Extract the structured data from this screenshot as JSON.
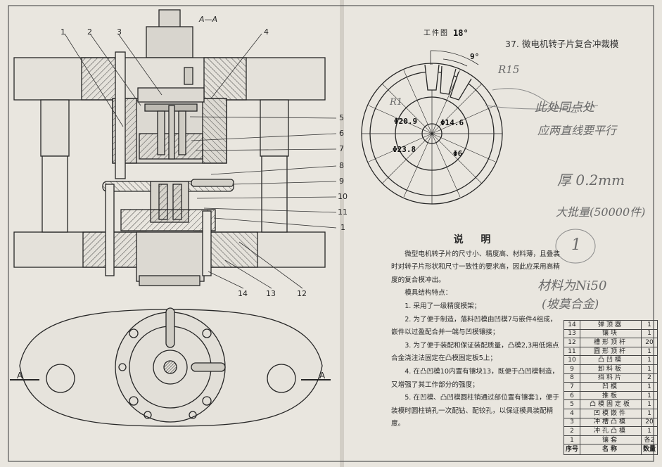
{
  "section_label": "A—A",
  "part_callouts": {
    "top": [
      "1",
      "2",
      "3",
      "4"
    ],
    "right": [
      "5",
      "6",
      "7",
      "8",
      "9",
      "10",
      "11",
      "1"
    ],
    "bottom": [
      "14",
      "13",
      "12"
    ]
  },
  "view_labels": [
    "A",
    "A"
  ],
  "workpiece": {
    "caption": "工件图",
    "dims": [
      "18°",
      "9°",
      "R15",
      "R1",
      "Φ20.9",
      "Φ14.6",
      "Φ23.8",
      "Φ6"
    ]
  },
  "title": "37. 微电机转子片复合冲裁模",
  "handwritten_notes": [
    "此处同点处",
    "应两直线要平行",
    "厚 0.2mm",
    "大批量(50000件)",
    "1",
    "材料为Ni50",
    "(坡莫合金)"
  ],
  "description": {
    "heading": "说  明",
    "paragraphs": [
      "微型电机转子片的尺寸小、精度高、材料薄，且叠装时对转子片形状和尺寸一致性的要求高，因此应采用高精度的复合模冲出。",
      "模具结构特点：",
      "1. 采用了一级精度模架；",
      "2. 为了便于制造，落料凹模由凹模7与嵌件4组成，嵌件以过盈配合并一端与凹模镶接；",
      "3. 为了便于装配和保证装配质量，凸模2,3用低熔点合金浇注法固定在凸模固定板5上；",
      "4. 在凸凹模10内置有镶块13，既便于凸凹模制造，又增强了其工作部分的强度；",
      "5. 在凹模、凸凹模圆柱销通过部位置有镶套1，便于装模时圆柱销孔一次配钻、配铰孔，以保证模具装配精度。"
    ]
  },
  "bom": {
    "rows": [
      [
        "14",
        "弹顶器",
        "1"
      ],
      [
        "13",
        "镶块",
        "1"
      ],
      [
        "12",
        "槽形顶杆",
        "20"
      ],
      [
        "11",
        "圆形顶杆",
        "1"
      ],
      [
        "10",
        "凸凹模",
        "1"
      ],
      [
        "9",
        "卸料板",
        "1"
      ],
      [
        "8",
        "挡料片",
        "2"
      ],
      [
        "7",
        "凹模",
        "1"
      ],
      [
        "6",
        "推板",
        "1"
      ],
      [
        "5",
        "凸模固定板",
        "1"
      ],
      [
        "4",
        "凹模嵌件",
        "1"
      ],
      [
        "3",
        "冲槽凸模",
        "20"
      ],
      [
        "2",
        "冲孔凸模",
        "1"
      ],
      [
        "1",
        "镶套",
        "各2"
      ]
    ],
    "header": [
      "序号",
      "名称",
      "数量"
    ]
  },
  "colors": {
    "paper": "#e9e6df",
    "ink": "#262626",
    "pencil": "#6a6a6a"
  }
}
